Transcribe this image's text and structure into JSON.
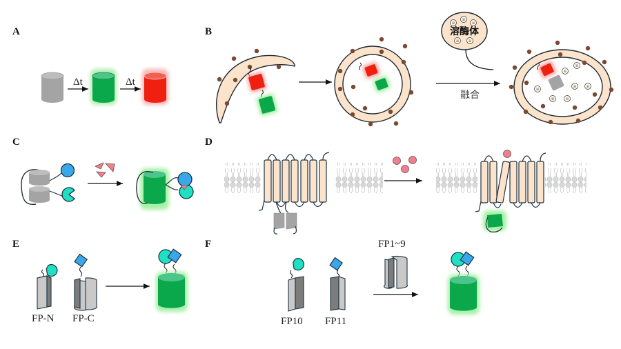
{
  "figure": {
    "panels": [
      {
        "id": "A",
        "label": "A",
        "step_labels": [
          "Δt",
          "Δt"
        ]
      },
      {
        "id": "B",
        "label": "B",
        "lysosome_label": "溶酶体",
        "proton_label": "H⁺",
        "fusion_label": "融合"
      },
      {
        "id": "C",
        "label": "C"
      },
      {
        "id": "D",
        "label": "D"
      },
      {
        "id": "E",
        "label": "E",
        "fragment_labels": [
          "FP-N",
          "FP-C"
        ]
      },
      {
        "id": "F",
        "label": "F",
        "fragment_labels": [
          "FP10",
          "FP11"
        ],
        "reagent_label": "FP1~9"
      }
    ],
    "colors": {
      "gray_state": "#a9a9a9",
      "green_state": "#0aa84a",
      "red_state": "#ef2010",
      "membrane_fill": "#fbe3cc",
      "receptor_dot": "#7a4a30",
      "ligand": "#ef8090",
      "domain_blue": "#39a8ea",
      "domain_cyan": "#1ee0c4",
      "outline": "#1f3240"
    }
  }
}
